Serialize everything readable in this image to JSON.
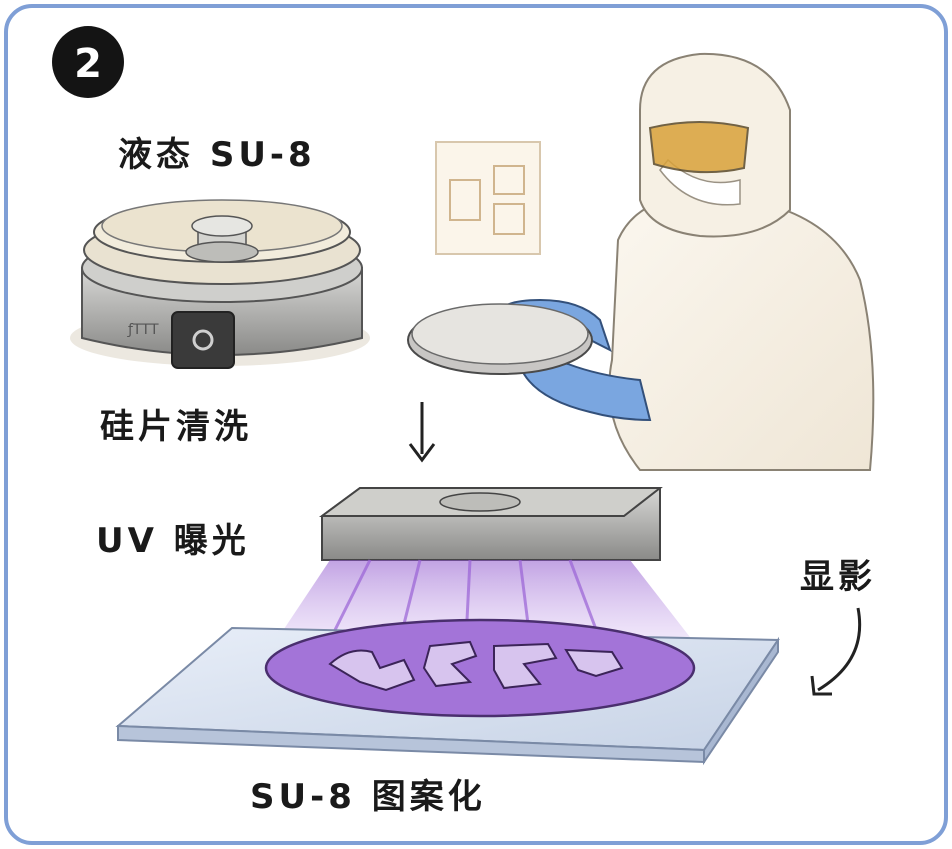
{
  "step_number": "2",
  "labels": {
    "liquid_su8": "液态 SU-8",
    "wafer_cleaning": "硅片清洗",
    "uv_exposure": "UV 曝光",
    "develop": "显影",
    "su8_patterning": "SU-8 图案化"
  },
  "colors": {
    "frame_border": "#7f9fd6",
    "uv_light": "#a374d8",
    "glove": "#7aa6e0",
    "goggles": "#d9a23a"
  }
}
